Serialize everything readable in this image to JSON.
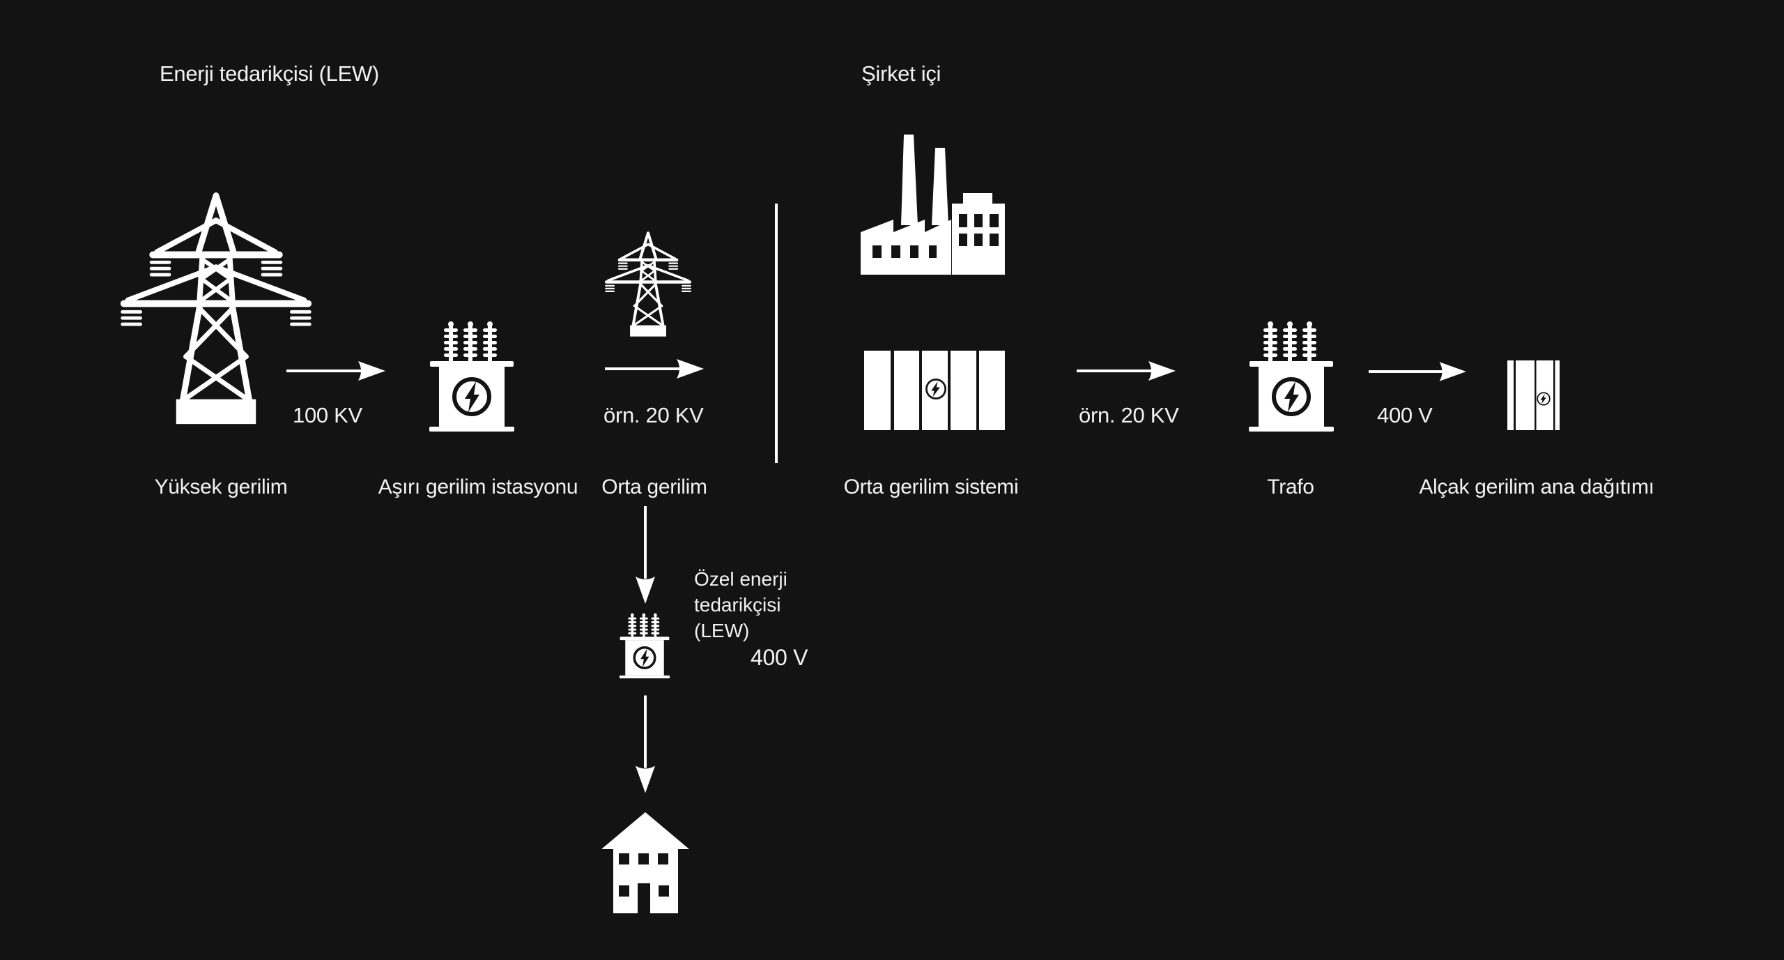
{
  "colors": {
    "background": "#131313",
    "icon": "#ffffff",
    "text": "#f2f2f2"
  },
  "headers": {
    "left": "Enerji tedarikçisi (LEW)",
    "right": "Şirket içi"
  },
  "stations": {
    "high_voltage": "Yüksek gerilim",
    "overvoltage_station": "Aşırı gerilim istasyonu",
    "medium_voltage": "Orta gerilim",
    "medium_voltage_system": "Orta gerilim sistemi",
    "transformer": "Trafo",
    "low_voltage_distribution": "Alçak gerilim ana dağıtımı"
  },
  "flows": {
    "high_to_station": "100 KV",
    "station_to_medium": "örn. 20 KV",
    "system_to_trafo": "örn. 20 KV",
    "trafo_to_distribution": "400 V"
  },
  "branch": {
    "line1": "Özel enerji",
    "line2": "tedarikçisi",
    "line3": "(LEW)",
    "voltage": "400 V"
  },
  "icons": {
    "pylon_large": "transmission-tower-icon",
    "pylon_small": "transmission-tower-icon",
    "transformer_station": "transformer-icon",
    "factory": "factory-icon",
    "switchgear": "switchgear-panels-icon",
    "trafo": "transformer-icon",
    "low_voltage_panel": "distribution-panel-icon",
    "private_transformer": "transformer-icon",
    "house": "house-icon"
  }
}
